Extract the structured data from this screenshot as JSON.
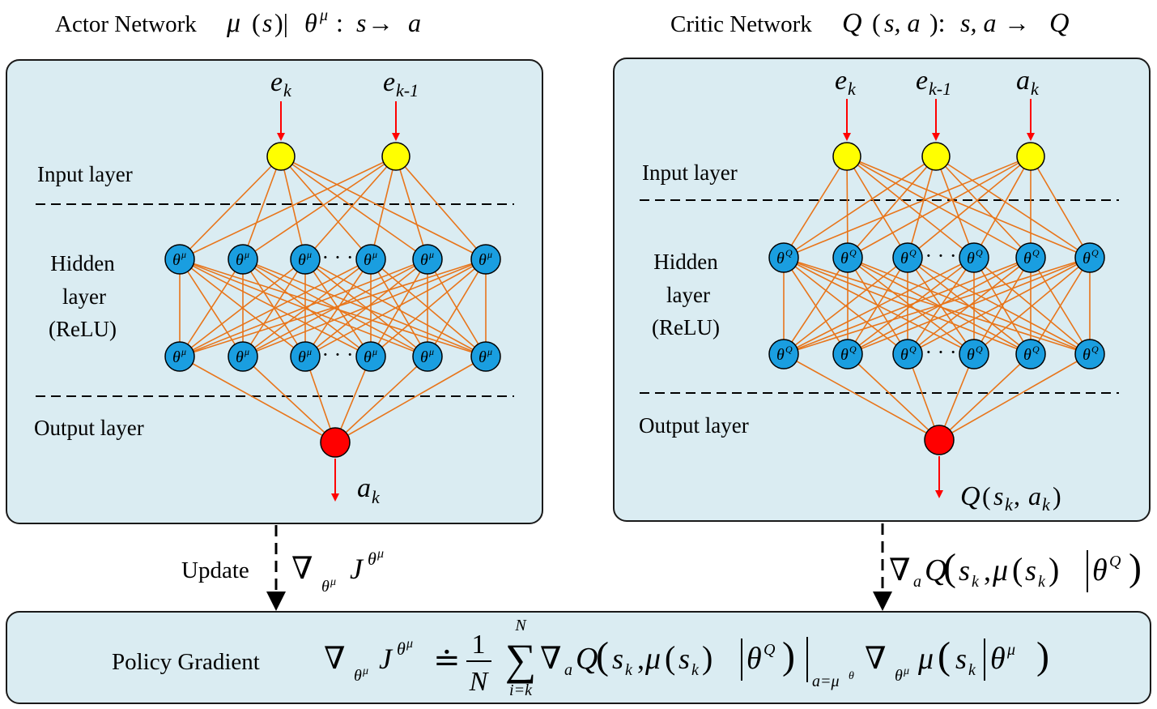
{
  "actor": {
    "title_text": "Actor Network",
    "title_math": [
      "μ",
      "(",
      "s",
      ")|",
      "θ",
      "μ",
      ": ",
      "s",
      " →",
      "a"
    ],
    "inputs": [
      {
        "base": "e",
        "sub": "k"
      },
      {
        "base": "e",
        "sub": "k-1"
      }
    ],
    "layers": {
      "input": "Input layer",
      "hidden": [
        "Hidden",
        "layer",
        "(ReLU)"
      ],
      "output": "Output layer"
    },
    "neuron_label": {
      "base": "θ",
      "sup": "μ"
    },
    "ellipsis": "· · ·",
    "output": {
      "base": "a",
      "sub": "k"
    }
  },
  "critic": {
    "title_text": "Critic Network",
    "title_math": [
      "Q",
      "(",
      "s, a",
      "):",
      "s, a",
      " →",
      "Q"
    ],
    "inputs": [
      {
        "base": "e",
        "sub": "k"
      },
      {
        "base": "e",
        "sub": "k-1"
      },
      {
        "base": "a",
        "sub": "k"
      }
    ],
    "layers": {
      "input": "Input layer",
      "hidden": [
        "Hidden",
        "layer",
        "(ReLU)"
      ],
      "output": "Output layer"
    },
    "neuron_label": {
      "base": "θ",
      "sup": "Q"
    },
    "ellipsis": "· · ·",
    "output": {
      "Q": "Q",
      "s": "s",
      "k": "k",
      "a": "a"
    }
  },
  "update": {
    "label": "Update",
    "nabla": "∇",
    "theta": "θ",
    "mu": "μ",
    "J": "J"
  },
  "critic_grad": {
    "nabla": "∇",
    "a": "a",
    "Q": "Q",
    "s": "s",
    "k": "k",
    "mu": "μ",
    "theta": "θ",
    "Qsup": "Q"
  },
  "policy": {
    "label": "Policy Gradient",
    "one": "1",
    "N": "N",
    "sum": "∑",
    "sum_lower": "i=k",
    "sum_upper": "N",
    "approx": "≐",
    "eval_sub": "a=μ",
    "eval_sup": "θ"
  },
  "colors": {
    "panel_fill": "#daecf2",
    "panel_stroke": "#1a1a1a",
    "edge": "#e8751a",
    "input_node": "#ffff00",
    "hidden_node": "#1a9ee0",
    "output_node": "#ff0000",
    "arrow_red": "#ff0000"
  }
}
